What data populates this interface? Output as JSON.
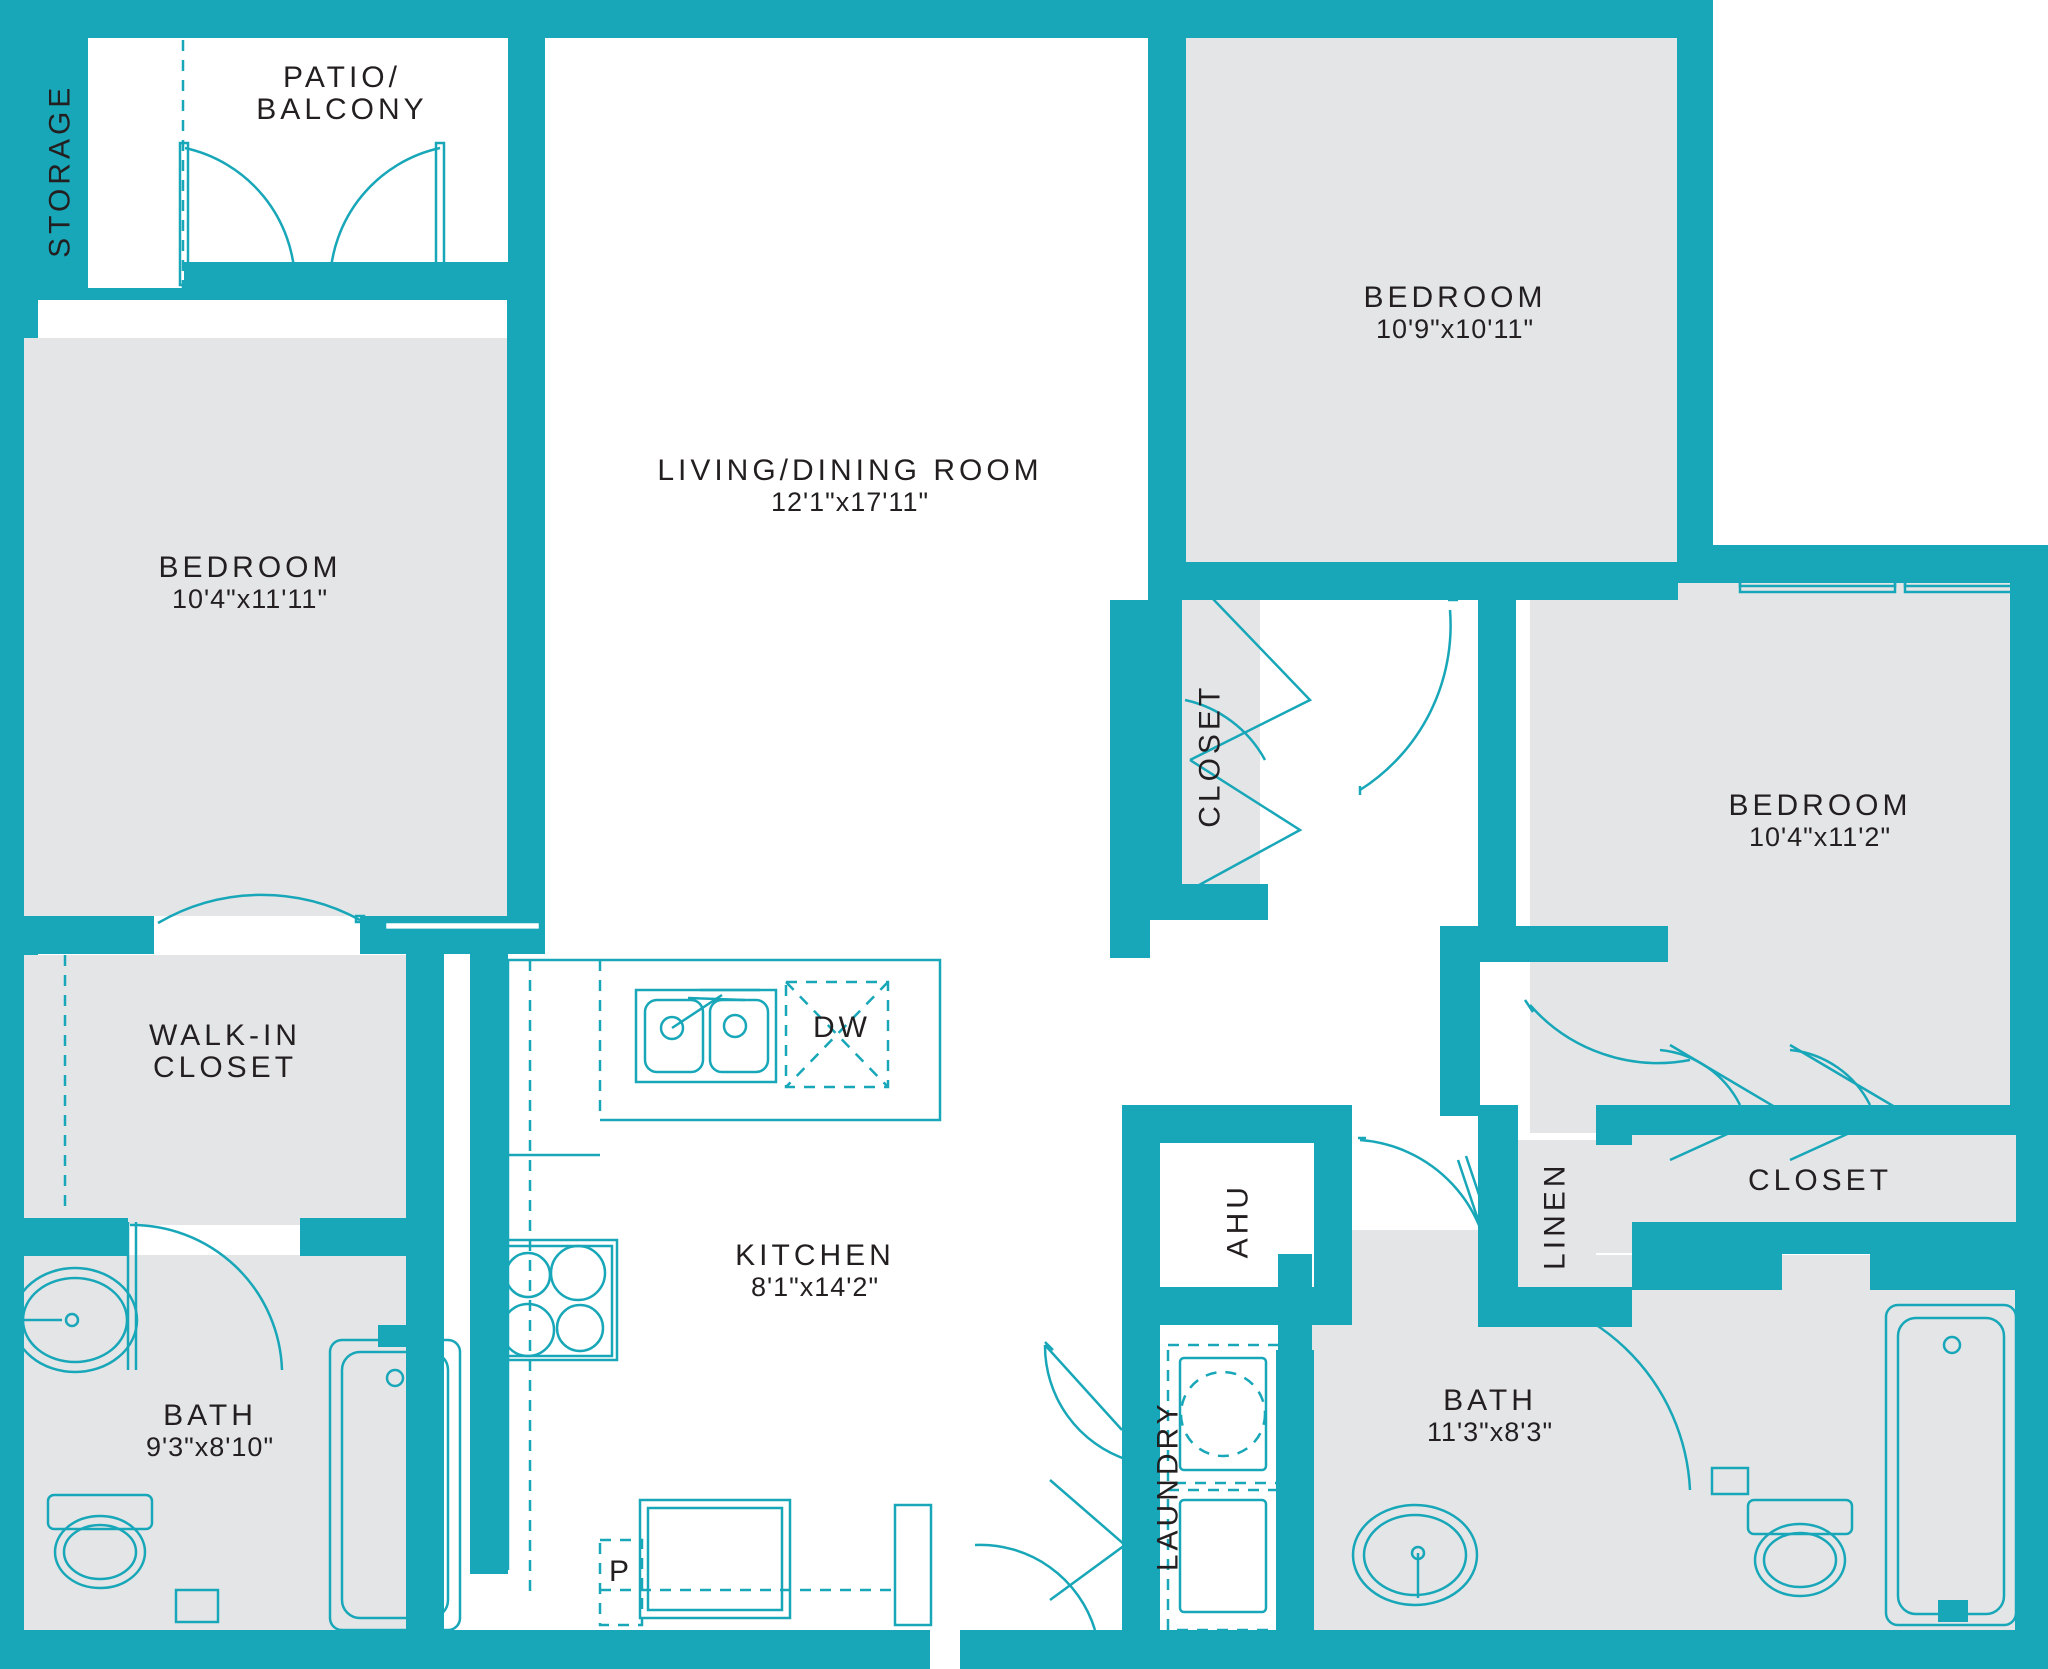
{
  "plan": {
    "title": "Apartment Floor Plan",
    "accent_color": "#18A7B8",
    "room_fill_color": "#E4E5E7",
    "background_color": "#FFFFFF",
    "text_color": "#231F20"
  },
  "rooms": [
    {
      "id": "storage",
      "name": "STORAGE",
      "dimensions": "",
      "orientation": "vertical"
    },
    {
      "id": "patio_balcony",
      "name": "PATIO/\nBALCONY",
      "line1": "PATIO/",
      "line2": "BALCONY",
      "dimensions": "",
      "orientation": "horizontal"
    },
    {
      "id": "living_dining",
      "name": "LIVING/DINING ROOM",
      "dimensions": "12'1\"x17'11\"",
      "orientation": "horizontal"
    },
    {
      "id": "bedroom_left",
      "name": "BEDROOM",
      "dimensions": "10'4\"x11'11\"",
      "orientation": "horizontal"
    },
    {
      "id": "bedroom_top",
      "name": "BEDROOM",
      "dimensions": "10'9\"x10'11\"",
      "orientation": "horizontal"
    },
    {
      "id": "bedroom_right",
      "name": "BEDROOM",
      "dimensions": "10'4\"x11'2\"",
      "orientation": "horizontal"
    },
    {
      "id": "walk_in_closet",
      "name": "WALK-IN\nCLOSET",
      "line1": "WALK-IN",
      "line2": "CLOSET",
      "dimensions": "",
      "orientation": "horizontal"
    },
    {
      "id": "bath_left",
      "name": "BATH",
      "dimensions": "9'3\"x8'10\"",
      "orientation": "horizontal"
    },
    {
      "id": "bath_right",
      "name": "BATH",
      "dimensions": "11'3\"x8'3\"",
      "orientation": "horizontal"
    },
    {
      "id": "kitchen",
      "name": "KITCHEN",
      "dimensions": "8'1\"x14'2\"",
      "orientation": "horizontal"
    },
    {
      "id": "closet_mid",
      "name": "CLOSET",
      "dimensions": "",
      "orientation": "vertical"
    },
    {
      "id": "closet_right",
      "name": "CLOSET",
      "dimensions": "",
      "orientation": "horizontal"
    },
    {
      "id": "linen",
      "name": "LINEN",
      "dimensions": "",
      "orientation": "vertical"
    },
    {
      "id": "ahu",
      "name": "AHU",
      "dimensions": "",
      "orientation": "vertical"
    },
    {
      "id": "laundry",
      "name": "LAUNDRY",
      "dimensions": "",
      "orientation": "vertical"
    }
  ],
  "fixtures": [
    {
      "id": "dishwasher",
      "label": "DW",
      "description": "dishwasher"
    },
    {
      "id": "pantry",
      "label": "P",
      "description": "pantry"
    }
  ]
}
